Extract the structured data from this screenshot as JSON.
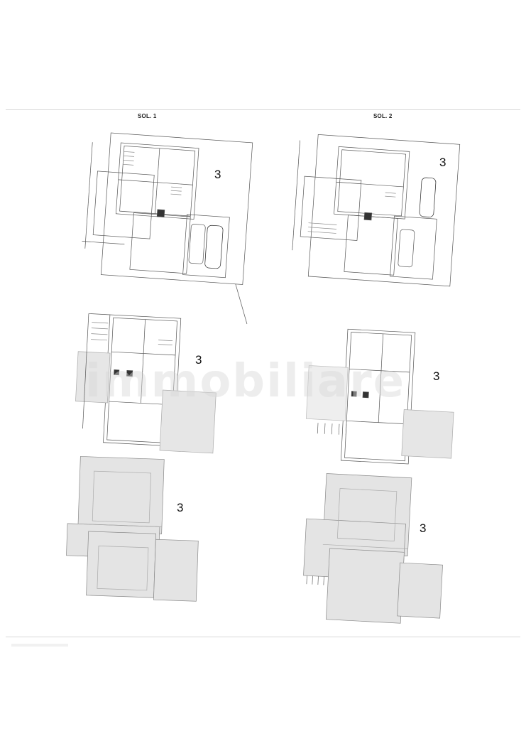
{
  "document": {
    "watermark": "immobiliare",
    "columns": [
      {
        "title": "SOL. 1",
        "plans": [
          {
            "floor": "ground",
            "label": "3"
          },
          {
            "floor": "first",
            "label": "3"
          },
          {
            "floor": "roof",
            "label": "3"
          }
        ]
      },
      {
        "title": "SOL. 2",
        "plans": [
          {
            "floor": "ground",
            "label": "3"
          },
          {
            "floor": "first",
            "label": "3"
          },
          {
            "floor": "roof",
            "label": "3"
          }
        ]
      }
    ]
  }
}
